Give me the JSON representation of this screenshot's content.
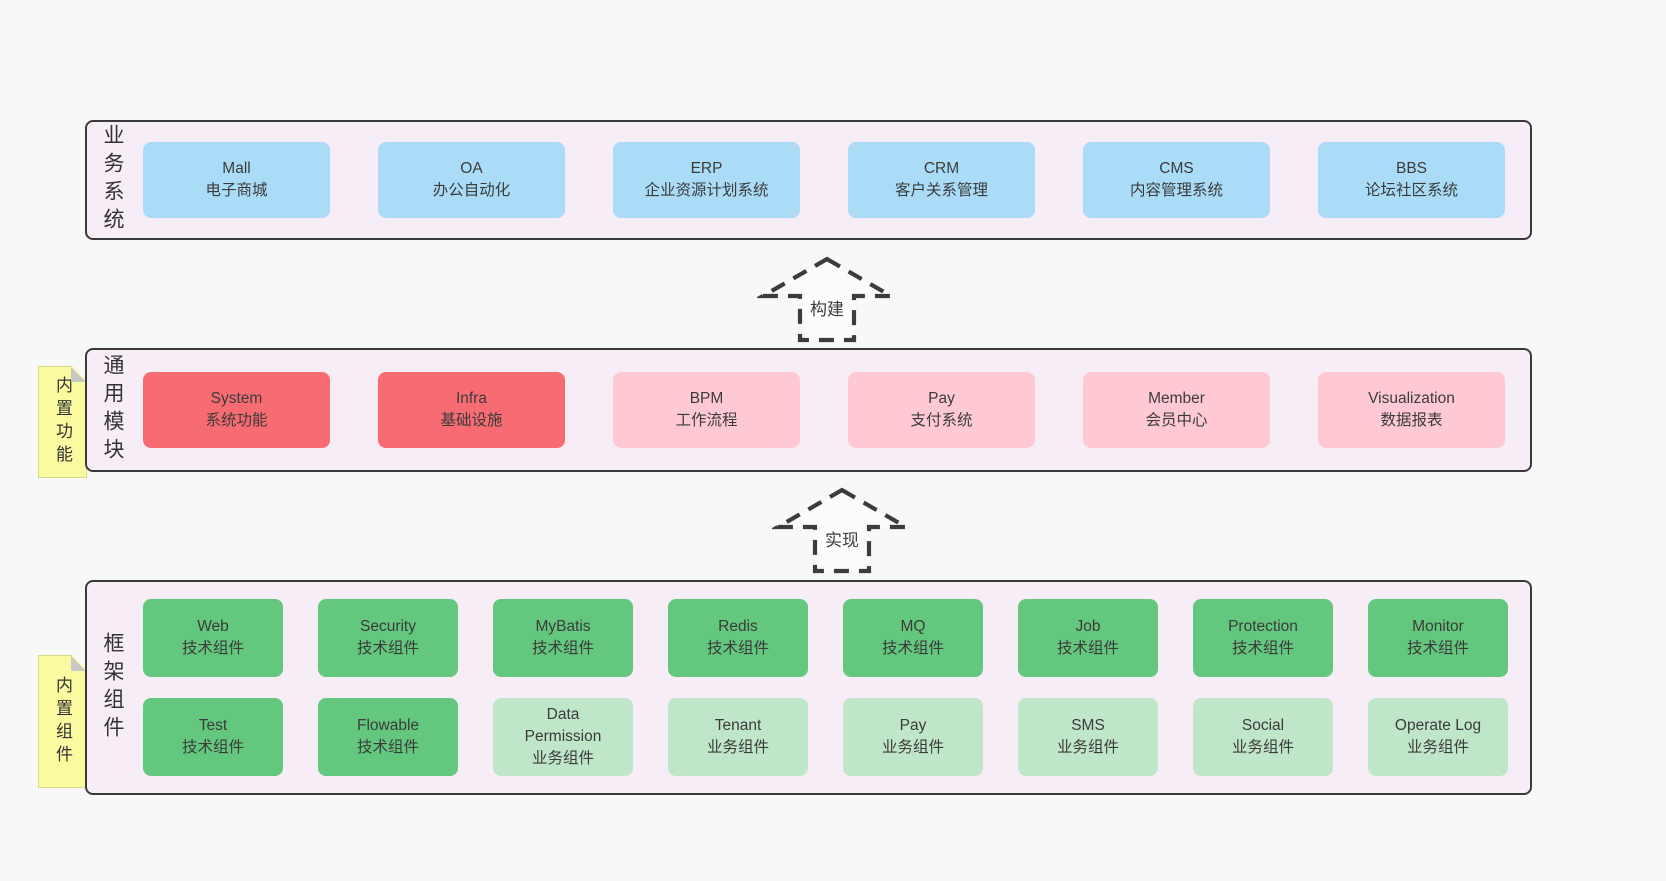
{
  "colors": {
    "page_bg": "#f8f8f8",
    "panel_bg": "#f7edf6",
    "panel_border": "#3a3a3a",
    "blue": "#aadcf7",
    "red": "#f76b73",
    "pink": "#ffc9d4",
    "green": "#63c77d",
    "lightgreen": "#bfe6c8",
    "tag_yellow": "#fafaa1",
    "fold_gray": "#c7c7c7",
    "text": "#3b3b3b"
  },
  "business": {
    "label": "业务系统",
    "items": [
      {
        "title": "Mall",
        "desc": "电子商城",
        "variant": "blue"
      },
      {
        "title": "OA",
        "desc": "办公自动化",
        "variant": "blue"
      },
      {
        "title": "ERP",
        "desc": "企业资源计划系统",
        "variant": "blue"
      },
      {
        "title": "CRM",
        "desc": "客户关系管理",
        "variant": "blue"
      },
      {
        "title": "CMS",
        "desc": "内容管理系统",
        "variant": "blue"
      },
      {
        "title": "BBS",
        "desc": "论坛社区系统",
        "variant": "blue"
      }
    ]
  },
  "arrows": {
    "build": {
      "label": "构建"
    },
    "implement": {
      "label": "实现"
    }
  },
  "modules": {
    "label": "通用模块",
    "tag": "内置功能",
    "items": [
      {
        "title": "System",
        "desc": "系统功能",
        "variant": "red"
      },
      {
        "title": "Infra",
        "desc": "基础设施",
        "variant": "red"
      },
      {
        "title": "BPM",
        "desc": "工作流程",
        "variant": "pink"
      },
      {
        "title": "Pay",
        "desc": "支付系统",
        "variant": "pink"
      },
      {
        "title": "Member",
        "desc": "会员中心",
        "variant": "pink"
      },
      {
        "title": "Visualization",
        "desc": "数据报表",
        "variant": "pink"
      }
    ]
  },
  "framework": {
    "label": "框架组件",
    "tag": "内置组件",
    "rows": [
      [
        {
          "title": "Web",
          "desc": "技术组件",
          "variant": "green"
        },
        {
          "title": "Security",
          "desc": "技术组件",
          "variant": "green"
        },
        {
          "title": "MyBatis",
          "desc": "技术组件",
          "variant": "green"
        },
        {
          "title": "Redis",
          "desc": "技术组件",
          "variant": "green"
        },
        {
          "title": "MQ",
          "desc": "技术组件",
          "variant": "green"
        },
        {
          "title": "Job",
          "desc": "技术组件",
          "variant": "green"
        },
        {
          "title": "Protection",
          "desc": "技术组件",
          "variant": "green"
        },
        {
          "title": "Monitor",
          "desc": "技术组件",
          "variant": "green"
        }
      ],
      [
        {
          "title": "Test",
          "desc": "技术组件",
          "variant": "green"
        },
        {
          "title": "Flowable",
          "desc": "技术组件",
          "variant": "green"
        },
        {
          "title": "Data Permission",
          "desc": "业务组件",
          "variant": "lightgreen"
        },
        {
          "title": "Tenant",
          "desc": "业务组件",
          "variant": "lightgreen"
        },
        {
          "title": "Pay",
          "desc": "业务组件",
          "variant": "lightgreen"
        },
        {
          "title": "SMS",
          "desc": "业务组件",
          "variant": "lightgreen"
        },
        {
          "title": "Social",
          "desc": "业务组件",
          "variant": "lightgreen"
        },
        {
          "title": "Operate Log",
          "desc": "业务组件",
          "variant": "lightgreen"
        }
      ]
    ]
  }
}
